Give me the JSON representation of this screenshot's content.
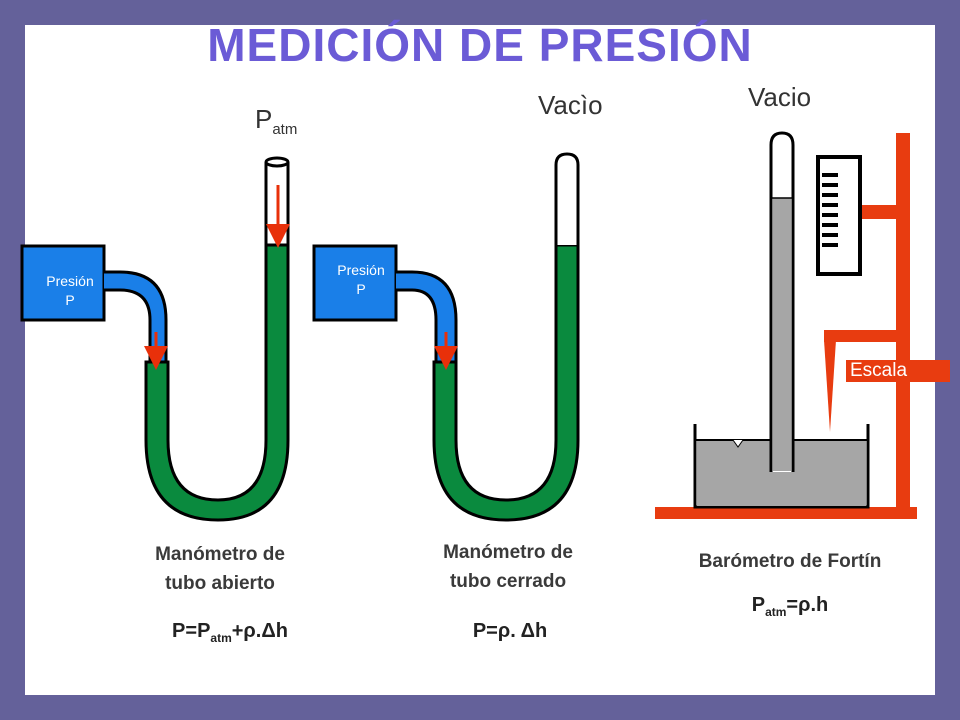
{
  "title": "MEDICIÓN DE PRESIÓN",
  "labels": {
    "patm_main": "P",
    "patm_sub": "atm",
    "vacio_closed": "Vacìo",
    "vacio_barometer": "Vacio",
    "pressure_box_1": [
      "Presión",
      "P"
    ],
    "pressure_box_2": [
      "Presión",
      "P"
    ],
    "side_label": "Escala"
  },
  "captions": {
    "open": [
      "Manómetro de",
      "tubo abierto"
    ],
    "closed": [
      "Manómetro de",
      "tubo cerrado"
    ],
    "barometer": "Barómetro de Fortín"
  },
  "formulas": {
    "open": {
      "a": "P=P",
      "sub": "atm",
      "b": "+ρ.Δh"
    },
    "closed": {
      "a": "P=ρ. Δh"
    },
    "barometer": {
      "a": "P",
      "sub": "atm",
      "b": "=ρ.h"
    }
  },
  "colors": {
    "background": "#64619a",
    "title": "#6b5bd6",
    "liquid_green": "#0a8a3e",
    "pressure_blue": "#1a7fe8",
    "arrow_red": "#e8300a",
    "mercury_gray": "#a6a6a6",
    "stand_orange": "#e83c10"
  }
}
